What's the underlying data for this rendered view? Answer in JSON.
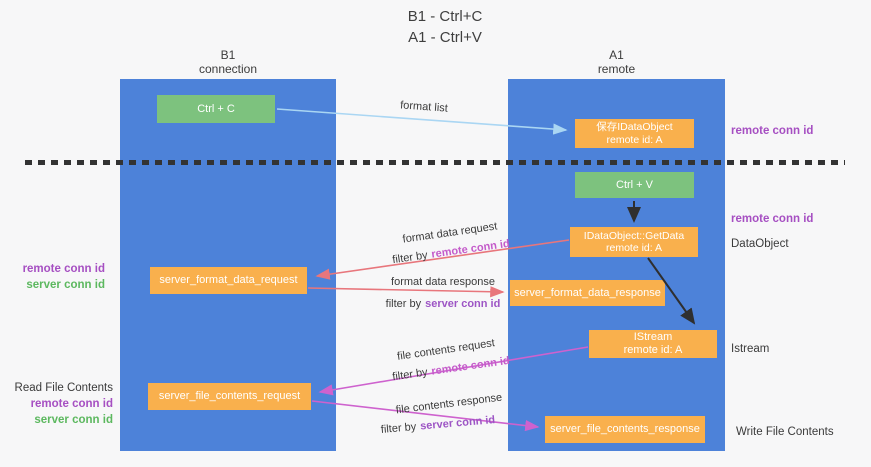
{
  "title": {
    "line1": "B1 - Ctrl+C",
    "line2": "A1 - Ctrl+V"
  },
  "lanes": {
    "left": {
      "line1": "B1",
      "line2": "connection"
    },
    "right": {
      "line1": "A1",
      "line2": "remote"
    }
  },
  "boxes": {
    "ctrl_c": "Ctrl + C",
    "ctrl_v": "Ctrl + V",
    "save_dataobject": {
      "line1": "保存IDataObject",
      "line2": "remote id: A"
    },
    "getdata": {
      "line1": "IDataObject::GetData",
      "line2": "remote id: A"
    },
    "istream": {
      "line1": "IStream",
      "line2": "remote id: A"
    },
    "format_request": "server_format_data_request",
    "format_response": "server_format_data_response",
    "file_request": "server_file_contents_request",
    "file_response": "server_file_contents_response"
  },
  "arrow_labels": {
    "format_list": "format list",
    "format_data_request": "format data request",
    "format_data_response": "format data response",
    "file_contents_request": "file contents request",
    "file_contents_response": "file contents response",
    "filter_by": "filter by",
    "remote_conn_id": "remote conn id",
    "server_conn_id": "server conn id"
  },
  "annotations": {
    "left_mid": {
      "remote": "remote conn id",
      "server": "server conn id"
    },
    "left_bottom": {
      "title": "Read File Contents",
      "remote": "remote conn id",
      "server": "server conn id"
    },
    "right": {
      "top_remote": "remote conn id",
      "mid_remote": "remote conn id",
      "dataobject": "DataObject",
      "istream": "Istream",
      "write": "Write File Contents"
    }
  },
  "colors": {
    "panel_blue": "#4d82d9",
    "box_green": "#7dc27e",
    "box_orange": "#f9b04d",
    "arrow_light_blue": "#aad6f3",
    "arrow_black": "#2f2f2f",
    "arrow_salmon": "#e8767c",
    "arrow_magenta": "#ce62ce",
    "text_purple": "#a64fc2",
    "text_green": "#5cb85f",
    "background": "#f7f7f8"
  }
}
